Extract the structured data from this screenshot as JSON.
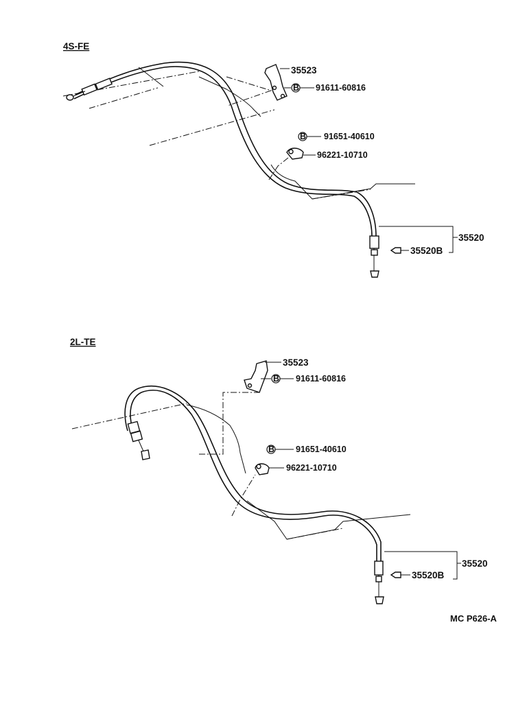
{
  "diagrams": [
    {
      "engine": "4S-FE",
      "parts": {
        "bracket": "35523",
        "bolt_bracket_badge": "B",
        "bolt_bracket": "91611-60816",
        "bolt_clamp_badge": "B",
        "bolt_clamp": "91651-40610",
        "clamp": "96221-10710",
        "cable_assy": "35520",
        "cable_sub": "35520B"
      }
    },
    {
      "engine": "2L-TE",
      "parts": {
        "bracket": "35523",
        "bolt_bracket_badge": "B",
        "bolt_bracket": "91611-60816",
        "bolt_clamp_badge": "B",
        "bolt_clamp": "91651-40610",
        "clamp": "96221-10710",
        "cable_assy": "35520",
        "cable_sub": "35520B"
      }
    }
  ],
  "doc_code": "MC P626-A"
}
